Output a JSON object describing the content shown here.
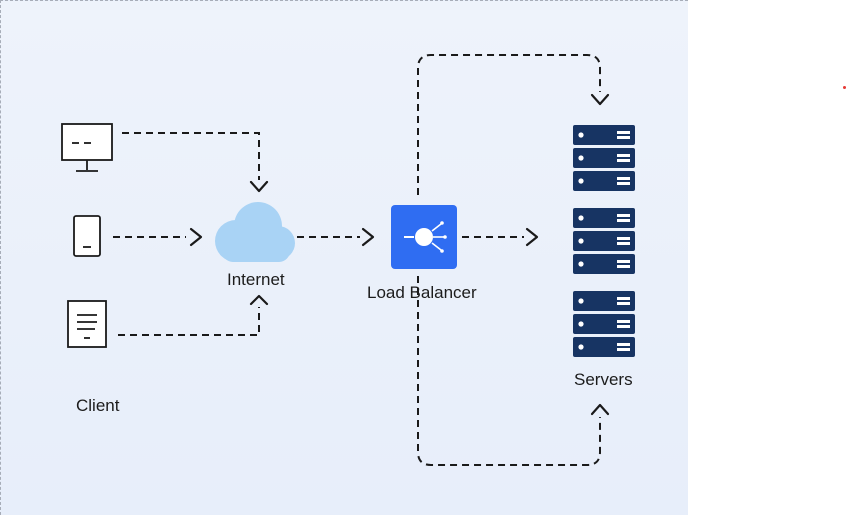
{
  "labels": {
    "internet": "Internet",
    "load_balancer": "Load Balancer",
    "servers": "Servers",
    "client": "Client"
  },
  "colors": {
    "panel_background": "#e9f0fb",
    "dashed_line": "#1a1a1a",
    "cloud": "#a9d3f5",
    "load_balancer": "#2f6df2",
    "server_rack": "#173463",
    "marker_dot": "#e53935"
  },
  "icons": {
    "client_devices": [
      "desktop-monitor-icon",
      "mobile-phone-icon",
      "document-icon"
    ],
    "internet": "cloud-icon",
    "load_balancer": "network-hub-icon",
    "servers": [
      "server-rack-icon",
      "server-rack-icon",
      "server-rack-icon"
    ]
  }
}
